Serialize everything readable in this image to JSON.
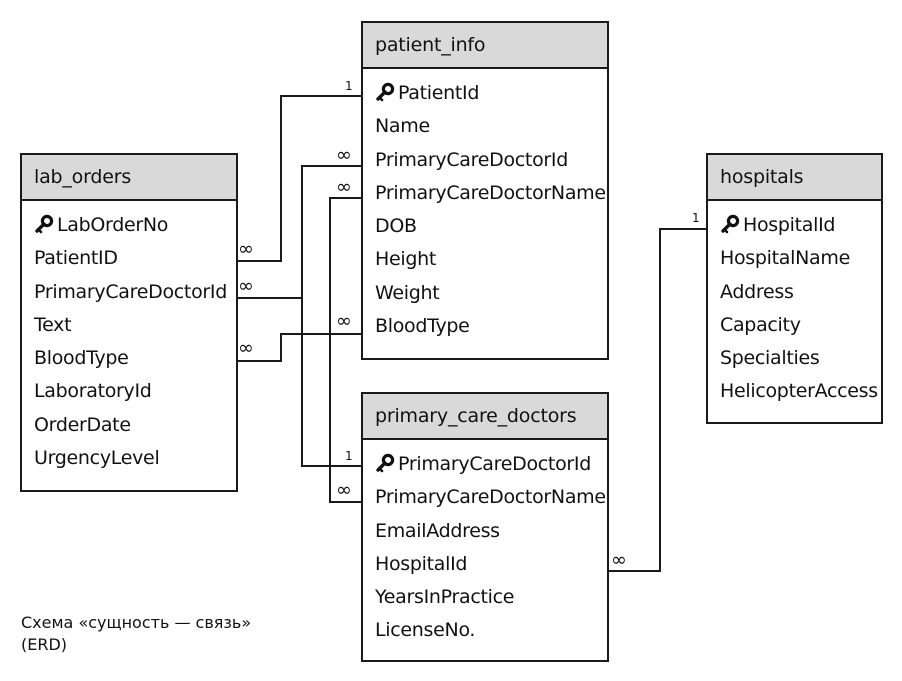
{
  "entities": {
    "patient_info": {
      "name": "patient_info",
      "fields": [
        {
          "label": "PatientId",
          "key": true
        },
        {
          "label": "Name",
          "key": false
        },
        {
          "label": "PrimaryCareDoctorId",
          "key": false
        },
        {
          "label": "PrimaryCareDoctorName",
          "key": false
        },
        {
          "label": "DOB",
          "key": false
        },
        {
          "label": "Height",
          "key": false
        },
        {
          "label": "Weight",
          "key": false
        },
        {
          "label": "BloodType",
          "key": false
        }
      ]
    },
    "lab_orders": {
      "name": "lab_orders",
      "fields": [
        {
          "label": "LabOrderNo",
          "key": true
        },
        {
          "label": "PatientID",
          "key": false
        },
        {
          "label": "PrimaryCareDoctorId",
          "key": false
        },
        {
          "label": "Text",
          "key": false
        },
        {
          "label": "BloodType",
          "key": false
        },
        {
          "label": "LaboratoryId",
          "key": false
        },
        {
          "label": "OrderDate",
          "key": false
        },
        {
          "label": "UrgencyLevel",
          "key": false
        }
      ]
    },
    "hospitals": {
      "name": "hospitals",
      "fields": [
        {
          "label": "HospitalId",
          "key": true
        },
        {
          "label": "HospitalName",
          "key": false
        },
        {
          "label": "Address",
          "key": false
        },
        {
          "label": "Capacity",
          "key": false
        },
        {
          "label": "Specialties",
          "key": false
        },
        {
          "label": "HelicopterAccess",
          "key": false
        }
      ]
    },
    "primary_care_doctors": {
      "name": "primary_care_doctors",
      "fields": [
        {
          "label": "PrimaryCareDoctorId",
          "key": true
        },
        {
          "label": "PrimaryCareDoctorName",
          "key": false
        },
        {
          "label": "EmailAddress",
          "key": false
        },
        {
          "label": "HospitalId",
          "key": false
        },
        {
          "label": "YearsInPractice",
          "key": false
        },
        {
          "label": "LicenseNo.",
          "key": false
        }
      ]
    }
  },
  "cardinality": {
    "one": "1",
    "many": "∞"
  },
  "caption": {
    "line1": "Схема «сущность — связь»",
    "line2": "(ERD)"
  },
  "colors": {
    "header_fill": "#d9d9d9",
    "border": "#1a1a1a",
    "background": "#ffffff"
  },
  "icons": {
    "primary_key": "key-icon"
  }
}
